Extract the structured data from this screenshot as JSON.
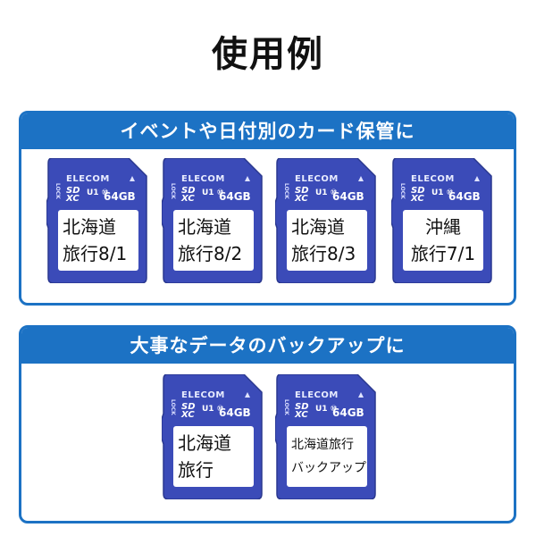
{
  "page": {
    "title": "使用例"
  },
  "panels": [
    {
      "header": "イベントや日付別のカード保管に",
      "cards": [
        {
          "brand": "ELECOM",
          "sd": "SD",
          "xc": "XC",
          "class": "U1 ⑩",
          "capacity": "64GB",
          "lock": "LOCK",
          "lines": [
            "北海道",
            "旅行8/1"
          ]
        },
        {
          "brand": "ELECOM",
          "sd": "SD",
          "xc": "XC",
          "class": "U1 ⑩",
          "capacity": "64GB",
          "lock": "LOCK",
          "lines": [
            "北海道",
            "旅行8/2"
          ]
        },
        {
          "brand": "ELECOM",
          "sd": "SD",
          "xc": "XC",
          "class": "U1 ⑩",
          "capacity": "64GB",
          "lock": "LOCK",
          "lines": [
            "北海道",
            "旅行8/3"
          ]
        },
        {
          "brand": "ELECOM",
          "sd": "SD",
          "xc": "XC",
          "class": "U1 ⑩",
          "capacity": "64GB",
          "lock": "LOCK",
          "lines": [
            "沖縄",
            "旅行7/1"
          ]
        }
      ]
    },
    {
      "header": "大事なデータのバックアップに",
      "cards": [
        {
          "brand": "ELECOM",
          "sd": "SD",
          "xc": "XC",
          "class": "U1 ⑩",
          "capacity": "64GB",
          "lock": "LOCK",
          "lines": [
            "北海道",
            "旅行"
          ]
        },
        {
          "brand": "ELECOM",
          "sd": "SD",
          "xc": "XC",
          "class": "U1 ⑩",
          "capacity": "64GB",
          "lock": "LOCK",
          "lines": [
            "北海道旅行",
            "バックアップ"
          ]
        }
      ]
    }
  ],
  "colors": {
    "accent": "#1c72c4",
    "card_body": "#3b4bb8",
    "card_edge": "#2a388f"
  }
}
